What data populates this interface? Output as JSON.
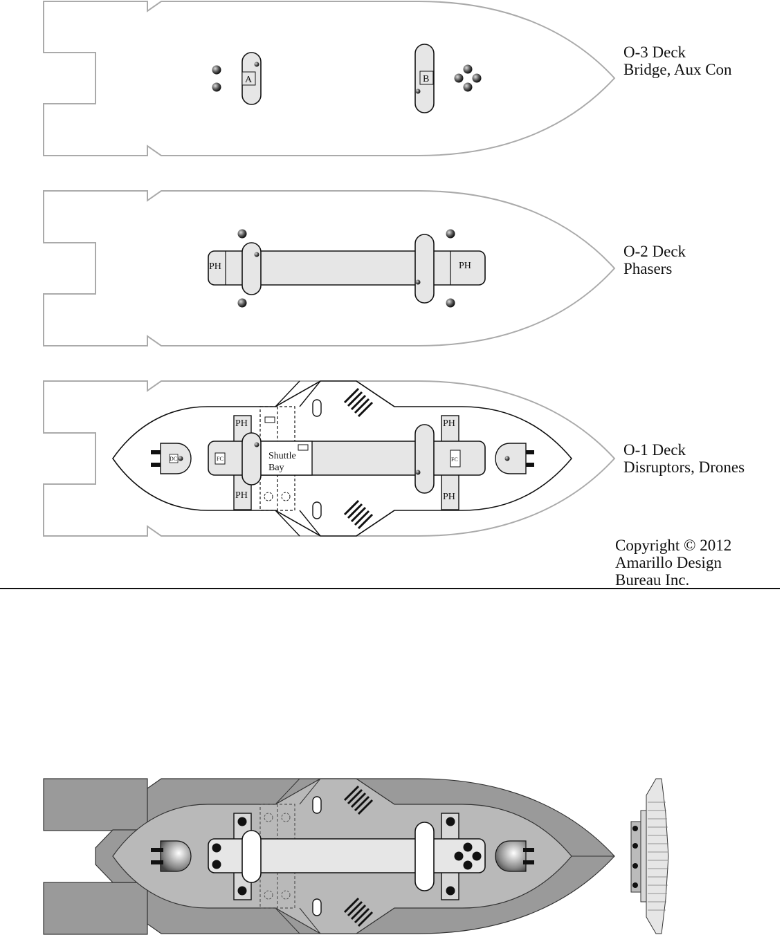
{
  "decks": [
    {
      "name": "O-3 Deck",
      "desc": "Bridge, Aux Con"
    },
    {
      "name": "O-2 Deck",
      "desc": "Phasers"
    },
    {
      "name": "O-1 Deck",
      "desc": "Disruptors, Drones"
    }
  ],
  "labels": {
    "bridge": "A",
    "auxcon": "B",
    "phaser": "PH",
    "shuttle1": "Shuttle",
    "shuttle2": "Bay",
    "drone": "DC",
    "fc": "FC"
  },
  "copyright": [
    "Copyright © 2012",
    "Amarillo Design",
    "Bureau Inc."
  ],
  "colors": {
    "outline": "#aaaaaa",
    "fill_light": "#e6e6e6",
    "hull_dark": "#9a9a9a",
    "hull_mid": "#b9b9b9",
    "hull_light": "#d8d8d8",
    "ink": "#111111"
  }
}
